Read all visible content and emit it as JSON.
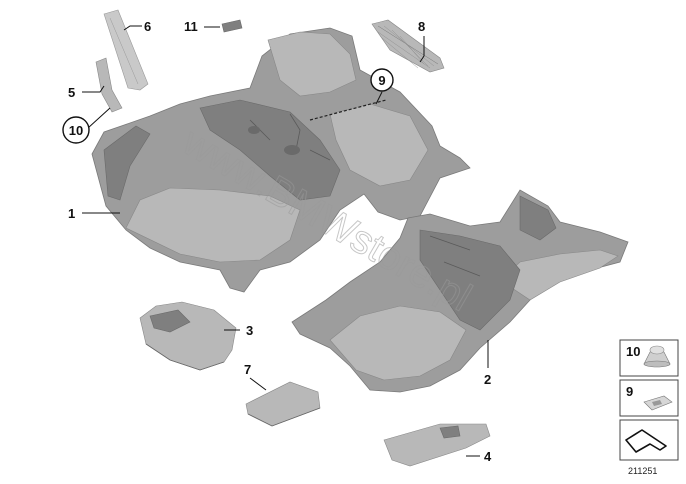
{
  "parts": [
    {
      "number": "1"
    },
    {
      "number": "2"
    },
    {
      "number": "3"
    },
    {
      "number": "4"
    },
    {
      "number": "5"
    },
    {
      "number": "6"
    },
    {
      "number": "7"
    },
    {
      "number": "8"
    },
    {
      "number": "9"
    },
    {
      "number": "10"
    },
    {
      "number": "11"
    }
  ],
  "legend": {
    "item_a": "10",
    "item_b": "9"
  },
  "watermark": "www.BMWstore.pl",
  "diagram_id": "211251"
}
